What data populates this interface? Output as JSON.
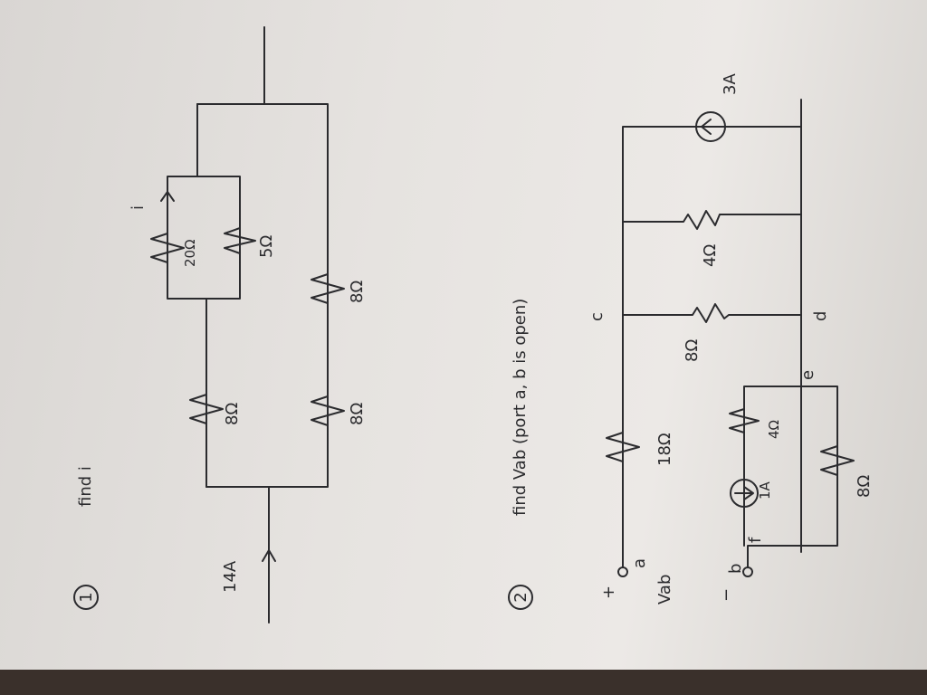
{
  "colors": {
    "paper": "#e6e3e0",
    "ink": "#2b2b2e",
    "desk": "#3a302b"
  },
  "problem1": {
    "number": "1",
    "prompt": "find i",
    "source_label": "14A",
    "current_label": "i",
    "resistors": {
      "r20": "20Ω",
      "r5": "5Ω",
      "r8_upper": "8Ω",
      "r8_lower_left": "8Ω",
      "r8_lower_right": "8Ω"
    }
  },
  "problem2": {
    "number": "2",
    "prompt": "find Vab (port a, b is open)",
    "vab_label": "Vab",
    "plus_sign": "+",
    "minus_sign": "−",
    "node_a": "a",
    "node_b": "b",
    "node_c": "c",
    "node_d": "d",
    "node_e": "e",
    "node_f": "f",
    "source_3a": "3A",
    "source_1a": "1A",
    "resistors": {
      "r18": "18Ω",
      "r8_mid": "8Ω",
      "r4_mid": "4Ω",
      "r4_loop": "4Ω",
      "r8_loop": "8Ω"
    }
  }
}
